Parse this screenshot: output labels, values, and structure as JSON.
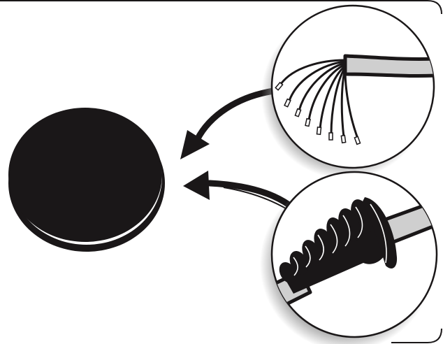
{
  "illustration": {
    "colors": {
      "ink": "#1a1718",
      "paper": "#ffffff",
      "sheath": "#cfcfcf",
      "shadow": "#b9b9b9"
    },
    "parts": {
      "disc": "black-disc",
      "top_detail": "stripped-multi-wire-cable",
      "bottom_detail": "cable-with-strain-relief-boot",
      "wire_count": 8
    }
  }
}
